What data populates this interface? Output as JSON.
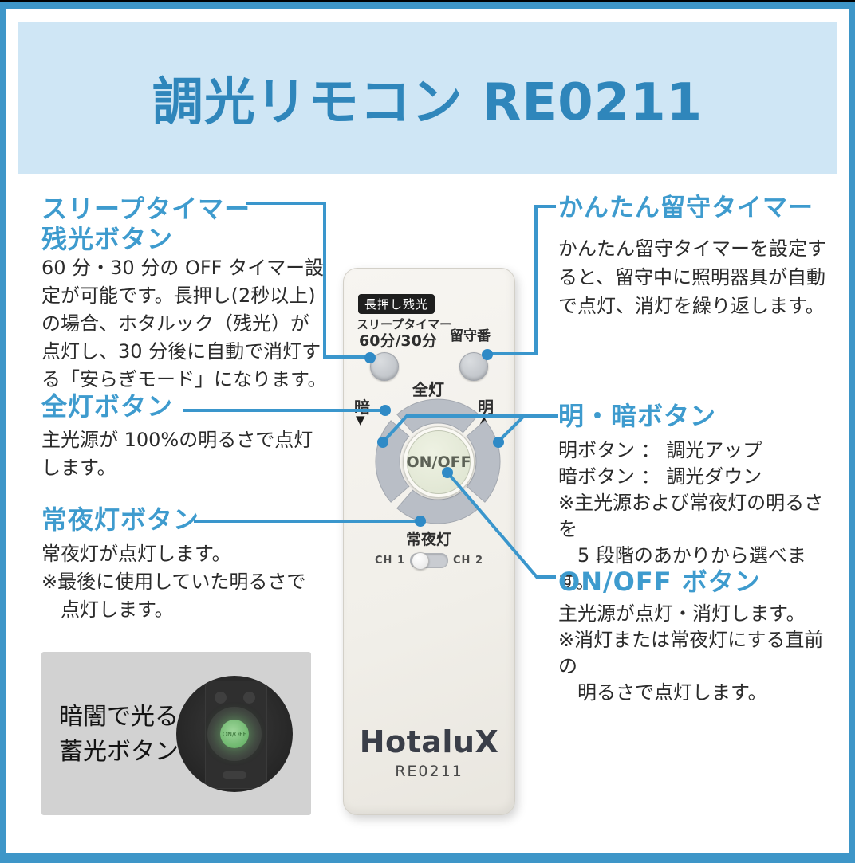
{
  "header": {
    "title": "調光リモコン RE0211"
  },
  "sections": {
    "sleep": {
      "heading": "スリープタイマー\n残光ボタン",
      "body": "60 分・30 分の OFF タイマー設\n定が可能です。長押し(2秒以上)\nの場合、ホタルック（残光）が\n点灯し、30 分後に自動で消灯す\nる「安らぎモード」になります。"
    },
    "zento": {
      "heading": "全灯ボタン",
      "body": "主光源が 100%の明るさで点灯\nします。"
    },
    "joyato": {
      "heading": "常夜灯ボタン",
      "body": "常夜灯が点灯します。\n※最後に使用していた明るさで\n　点灯します。"
    },
    "rusu": {
      "heading": "かんたん留守タイマー",
      "body": "かんたん留守タイマーを設定す\nると、留守中に照明器具が自動\nで点灯、消灯を繰り返します。"
    },
    "meian": {
      "heading": "明・暗ボタン",
      "body": "明ボタン ： 調光アップ\n暗ボタン ： 調光ダウン\n※主光源および常夜灯の明るさを\n　5 段階のあかりから選べます。"
    },
    "onoff": {
      "heading": "ON/OFF ボタン",
      "body": "主光源が点灯・消灯します。\n※消灯または常夜灯にする直前の\n　明るさで点灯します。"
    }
  },
  "remote": {
    "badge": "長押し残光",
    "sleep_label": "スリープタイマー",
    "sleep_sub": "60分/30分",
    "rusuban_label": "留守番",
    "zento_label": "全灯",
    "dark_label": "暗",
    "bright_label": "明",
    "down_arrow": "▼",
    "up_arrow": "▲",
    "onoff_label": "ON/OFF",
    "joyato_label": "常夜灯",
    "ch1_label": "CH 1",
    "ch2_label": "CH 2",
    "brand": "HotaluX",
    "model": "RE0211"
  },
  "glow_box": {
    "caption": "暗闇で光る\n蓄光ボタン"
  },
  "colors": {
    "frame_blue": "#3e96c8",
    "header_bg": "#cfe6f5",
    "title_blue": "#2f86bb",
    "heading_blue": "#3e9bce",
    "connector_blue": "#3a96cc",
    "glow_green": "#7ec97e"
  }
}
